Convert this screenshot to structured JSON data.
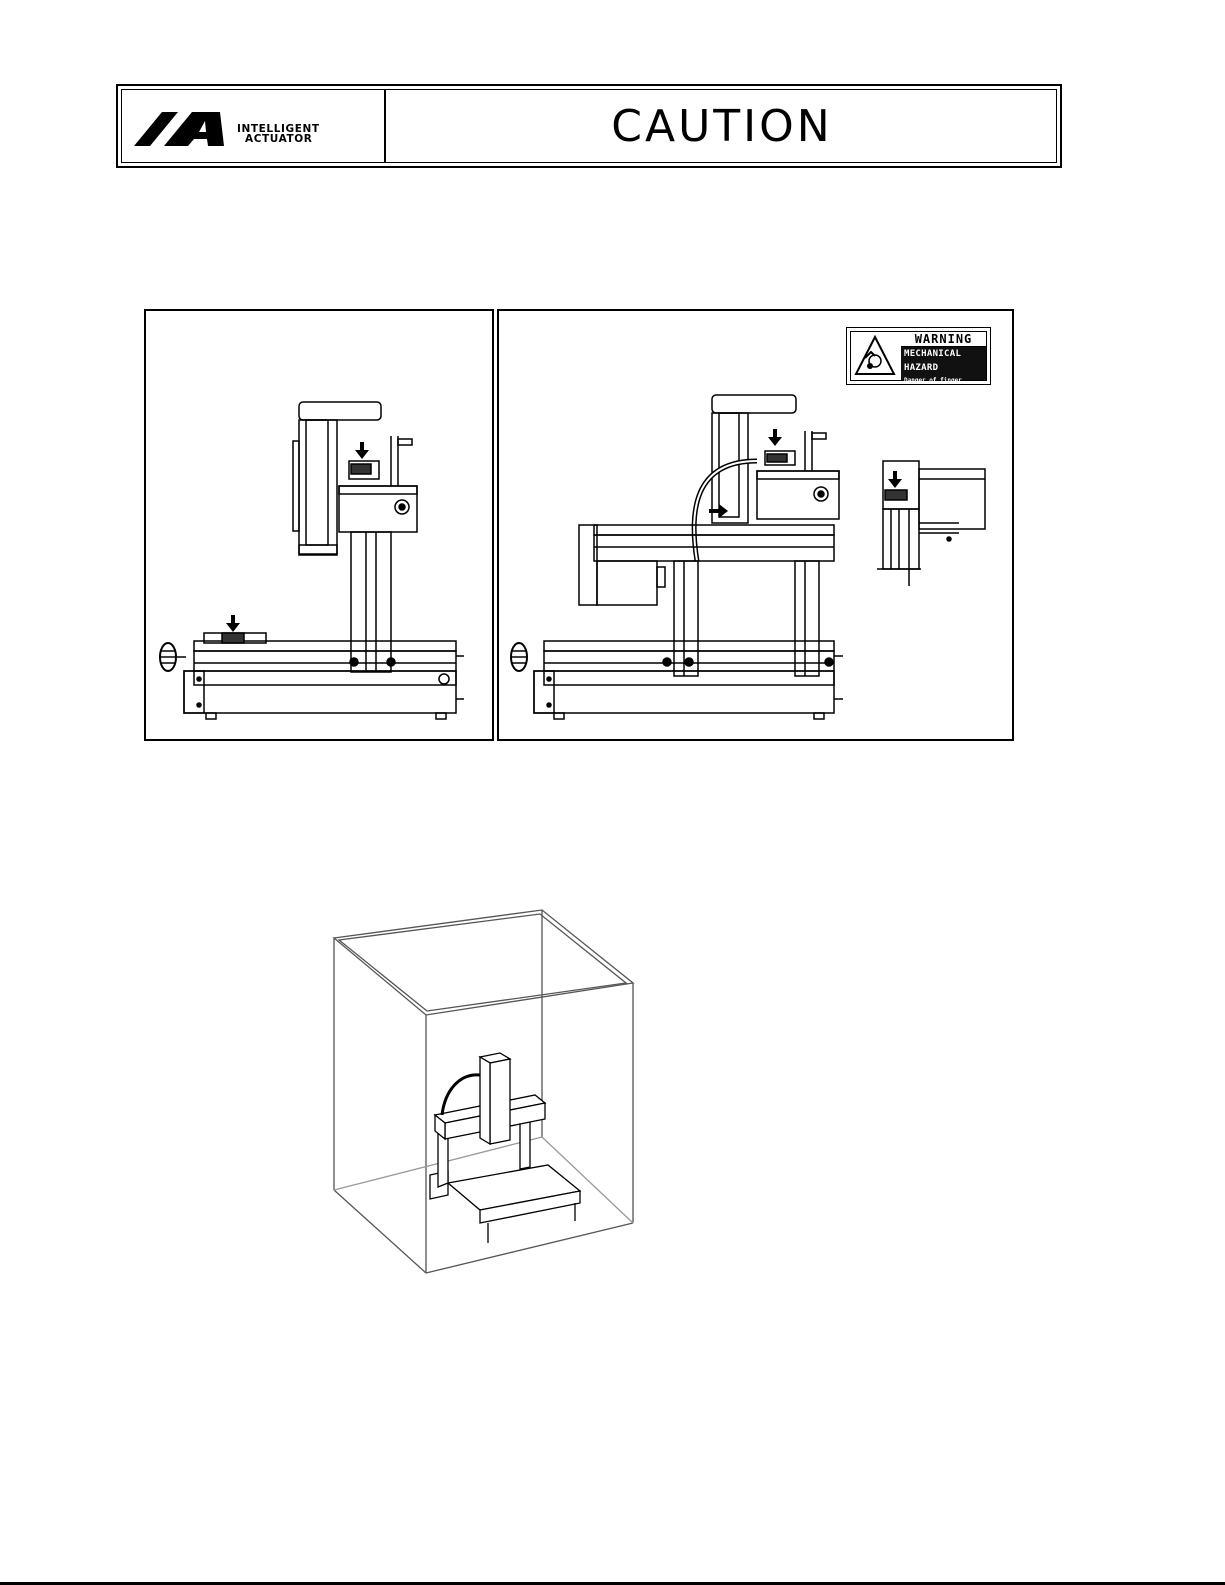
{
  "header": {
    "logo": {
      "line1": "INTELLIGENT",
      "line2": "ACTUATOR"
    },
    "title": "CAUTION"
  },
  "figure1": {
    "warning_label": {
      "heading": "WARNING",
      "hazard": "MECHANICAL HAZARD",
      "description": "Danger of finger pinched."
    }
  },
  "icons": {
    "logo": "ia-logo-icon",
    "warning_triangle": "warning-triangle-icon",
    "arrow": "down-arrow-icon"
  }
}
